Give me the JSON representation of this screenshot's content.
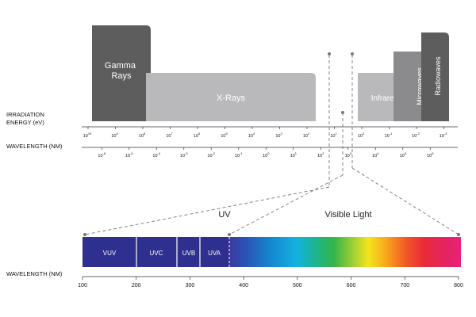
{
  "bands": [
    {
      "id": "gamma-rays",
      "lines": [
        "Gamma",
        "Rays"
      ],
      "color": "#5d5d5d"
    },
    {
      "id": "x-rays",
      "lines": [
        "X-Rays"
      ],
      "color": "#b9b9bb"
    },
    {
      "id": "infrared",
      "lines": [
        "Infrared"
      ],
      "color": "#b9b9bb"
    },
    {
      "id": "microwaves",
      "lines": [
        "Microwaves"
      ],
      "color": "#8b8b8d"
    },
    {
      "id": "radiowaves",
      "lines": [
        "Radiowaves"
      ],
      "color": "#5d5d5d"
    }
  ],
  "axes": {
    "energy_title": [
      "IRRADIATION",
      "ENERGY (eV)"
    ],
    "wavelength_title": "WAVELENGTH (NM)",
    "energy_ticks": [
      {
        "base": "10",
        "exp": "10"
      },
      {
        "base": "10",
        "exp": "9"
      },
      {
        "base": "10",
        "exp": "8"
      },
      {
        "base": "10",
        "exp": "7"
      },
      {
        "base": "10",
        "exp": "6"
      },
      {
        "base": "10",
        "exp": "5"
      },
      {
        "base": "10",
        "exp": "4"
      },
      {
        "base": "10",
        "exp": "3"
      },
      {
        "base": "10",
        "exp": "2"
      },
      {
        "base": "10",
        "exp": "1"
      },
      {
        "base": "10",
        "exp": "0"
      },
      {
        "base": "10",
        "exp": "-1"
      },
      {
        "base": "10",
        "exp": "-2"
      },
      {
        "base": "10",
        "exp": "-3"
      }
    ],
    "wavelength_ticks": [
      {
        "base": "10",
        "exp": "-6"
      },
      {
        "base": "10",
        "exp": "-5"
      },
      {
        "base": "10",
        "exp": "-4"
      },
      {
        "base": "10",
        "exp": "-3"
      },
      {
        "base": "10",
        "exp": "-2"
      },
      {
        "base": "10",
        "exp": "-1"
      },
      {
        "base": "10",
        "exp": "0"
      },
      {
        "base": "10",
        "exp": "1"
      },
      {
        "base": "10",
        "exp": "2"
      },
      {
        "base": "10",
        "exp": "3"
      },
      {
        "base": "10",
        "exp": "4"
      },
      {
        "base": "10",
        "exp": "5"
      },
      {
        "base": "10",
        "exp": "6"
      }
    ]
  },
  "zoom": {
    "uv_label": "UV",
    "visible_label": "Visible Light",
    "uv_segments": [
      "VUV",
      "UVC",
      "UVB",
      "UVA"
    ],
    "uv_color": "#2f2f8f",
    "wavelength_title": "WAVELENGTH (NM)",
    "scale_ticks": [
      "100",
      "200",
      "300",
      "400",
      "500",
      "600",
      "700",
      "800"
    ]
  }
}
